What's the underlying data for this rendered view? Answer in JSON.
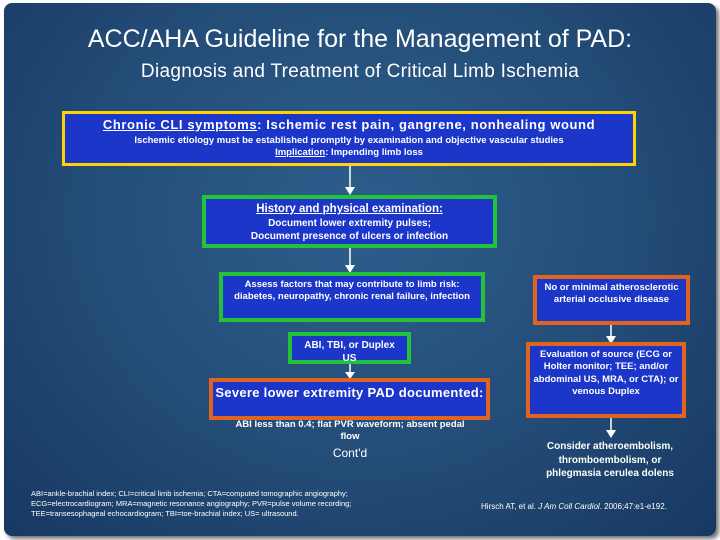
{
  "title": "ACC/AHA Guideline for the Management of PAD:",
  "subtitle": "Diagnosis and Treatment of Critical Limb Ischemia",
  "box_cli": {
    "heading": "Chronic CLI symptoms",
    "heading_rest": ": Ischemic rest pain, gangrene, nonhealing wound",
    "line2": "Ischemic etiology must be established promptly by examination and objective vascular studies",
    "implication_label": "Implication",
    "implication_rest": ": Impending limb loss"
  },
  "box_history": {
    "heading": "History and physical examination:",
    "line2": "Document lower extremity pulses;",
    "line3": "Document presence of ulcers or infection"
  },
  "box_assess": {
    "text": "Assess factors that may contribute to limb risk: diabetes, neuropathy, chronic renal failure, infection"
  },
  "box_abi": {
    "text": "ABI, TBI, or Duplex US"
  },
  "box_severe": {
    "text": "Severe lower extremity PAD documented:"
  },
  "abi_criteria": "ABI less than 0.4; flat PVR waveform; absent pedal flow",
  "contd": "Cont'd",
  "box_no_minimal": {
    "text": "No or minimal atherosclerotic arterial occlusive disease"
  },
  "box_evaluation": {
    "text": "Evaluation of source (ECG or Holter monitor; TEE; and/or abdominal US, MRA, or CTA); or venous Duplex"
  },
  "consider": "Consider atheroembolism, thromboembolism, or phlegmasia cerulea dolens",
  "footnote": {
    "line1": "ABI=ankle-brachial index; CLI=critical limb ischemia; CTA=computed tomographic angiography;",
    "line2": "ECG=electrocardiogram; MRA=magnetic resonance angiography; PVR=pulse volume recording;",
    "line3": "TEE=transesophageal echocardiogram; TBI=toe-brachial index; US= ultrasound."
  },
  "citation": {
    "authors": "Hirsch AT, et al. ",
    "journal": "J Am Coll Cardiol",
    "rest": ". 2006;47:e1-e192."
  },
  "colors": {
    "background": "#234c77",
    "box_fill": "#1c36c9",
    "green": "#22c23a",
    "orange": "#e0631f",
    "yellow": "#ffd300"
  }
}
